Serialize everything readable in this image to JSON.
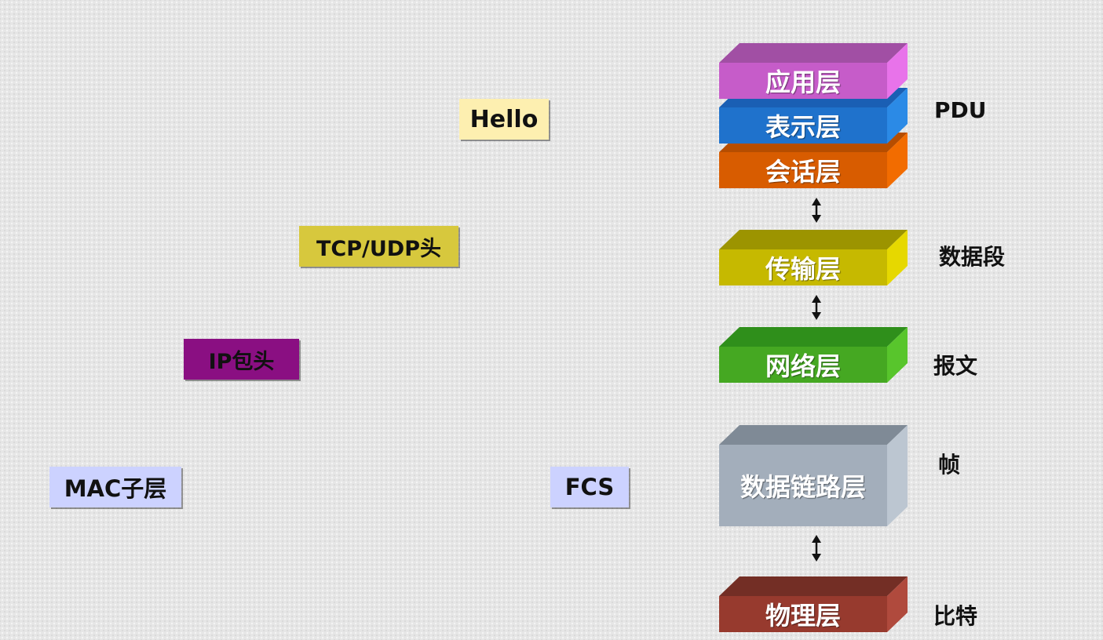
{
  "layers": [
    {
      "id": "application",
      "label": "应用层",
      "top_color": "#a14fa4",
      "front_color": "#c65cc9",
      "side_color": "#e873ea"
    },
    {
      "id": "presentation",
      "label": "表示层",
      "top_color": "#1a5fb4",
      "front_color": "#1f72cc",
      "side_color": "#2b8ae6"
    },
    {
      "id": "session",
      "label": "会话层",
      "top_color": "#b64d00",
      "front_color": "#d85c00",
      "side_color": "#f26c00"
    },
    {
      "id": "transport",
      "label": "传输层",
      "top_color": "#9c9400",
      "front_color": "#c6b900",
      "side_color": "#e6d800"
    },
    {
      "id": "network",
      "label": "网络层",
      "top_color": "#2f8f1b",
      "front_color": "#45a822",
      "side_color": "#58c52c"
    },
    {
      "id": "datalink",
      "label": "数据链路层",
      "top_color": "#7f8a96",
      "front_color": "#a3aebb",
      "side_color": "#bcc6d1"
    },
    {
      "id": "physical",
      "label": "物理层",
      "top_color": "#732e25",
      "front_color": "#973a2e",
      "side_color": "#b04a3d"
    }
  ],
  "pdu_labels": {
    "upper": "PDU",
    "transport": "数据段",
    "network": "报文",
    "datalink": "帧",
    "physical": "比特"
  },
  "headers": {
    "data": {
      "label": "Hello",
      "color": "#fdefb0"
    },
    "transport": {
      "label": "TCP/UDP头",
      "color": "#d7c83d"
    },
    "network": {
      "label": "IP包头",
      "color": "#8a0f82"
    },
    "mac": {
      "label": "MAC子层",
      "color": "#ccd2ff"
    },
    "fcs": {
      "label": "FCS",
      "color": "#ccd2ff"
    }
  }
}
